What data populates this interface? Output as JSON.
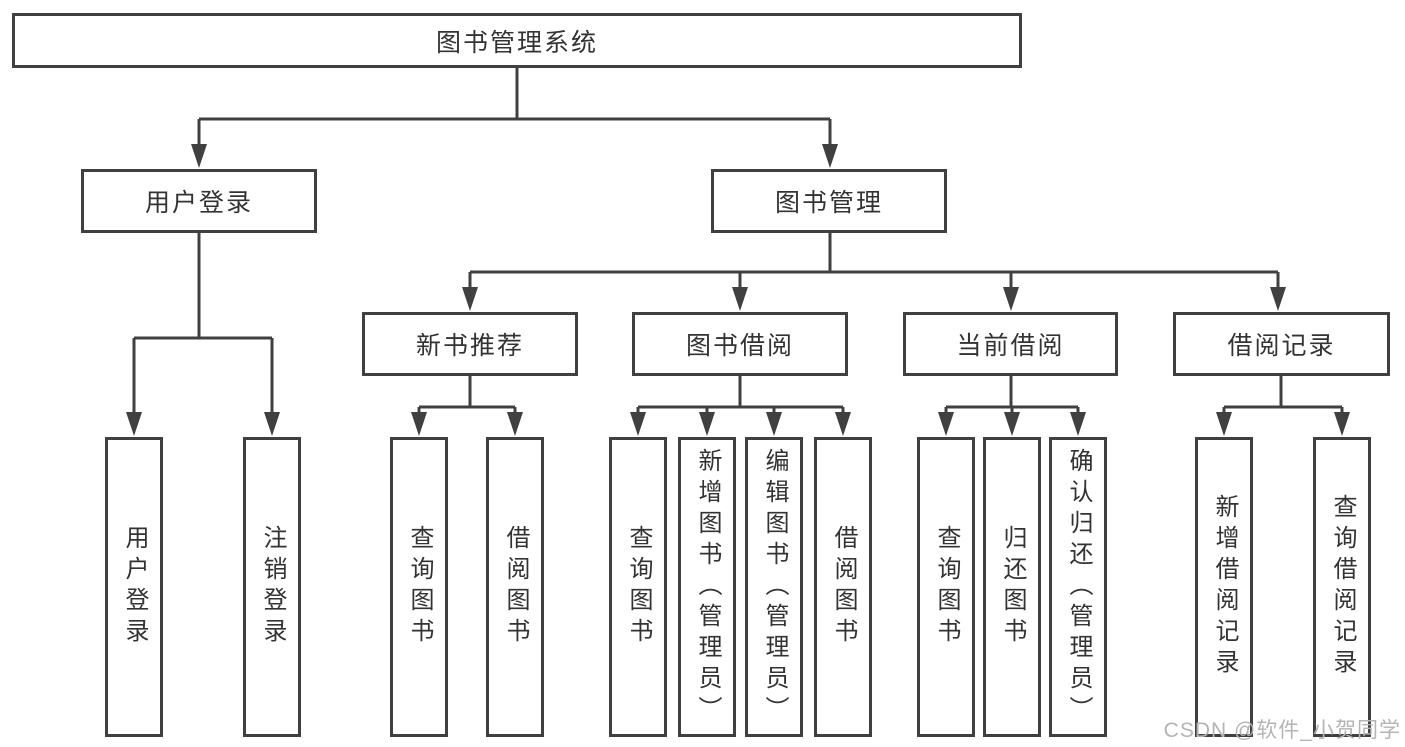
{
  "diagram": {
    "root": "图书管理系统",
    "level2": [
      "用户登录",
      "图书管理"
    ],
    "login_children": [
      "用户登录",
      "注销登录"
    ],
    "level3": [
      "新书推荐",
      "图书借阅",
      "当前借阅",
      "借阅记录"
    ],
    "new_book_children": [
      "查询图书",
      "借阅图书"
    ],
    "book_borrow_children": [
      "查询图书",
      "新增图书（管理员）",
      "编辑图书（管理员）",
      "借阅图书"
    ],
    "current_borrow_children": [
      "查询图书",
      "归还图书",
      "确认归还（管理员）"
    ],
    "borrow_record_children": [
      "新增借阅记录",
      "查询借阅记录"
    ]
  },
  "watermark": "CSDN @软件_小贺同学",
  "colors": {
    "line": "#404040",
    "text": "#333333",
    "background": "#ffffff",
    "watermark": "#b4b4b4"
  }
}
